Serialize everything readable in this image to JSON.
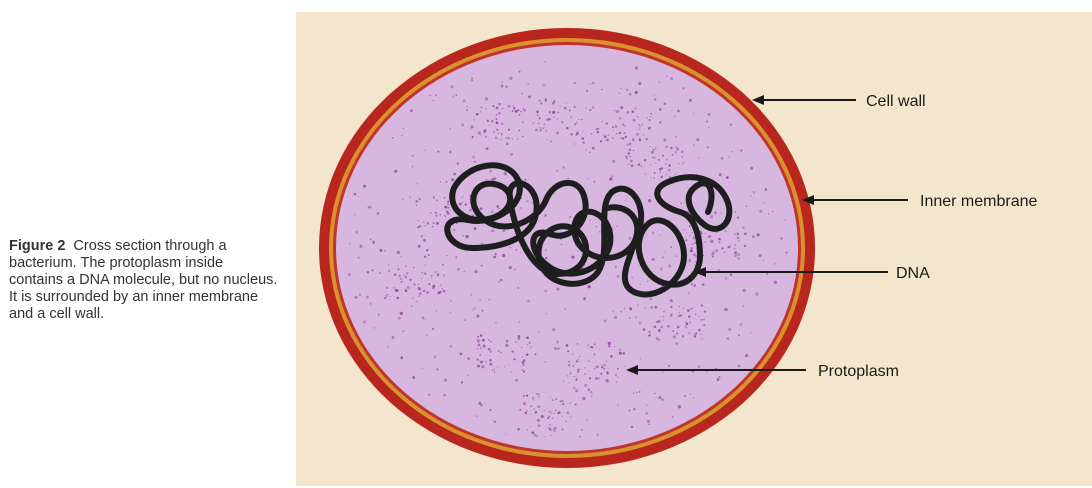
{
  "caption": {
    "figure_label": "Figure 2",
    "text": "Cross section through a bacterium. The protoplasm inside contains a DNA molecule, but no nucleus. It is surrounded by an inner membrane and a cell wall."
  },
  "diagram": {
    "labels": {
      "cell_wall": "Cell wall",
      "inner_membrane": "Inner membrane",
      "dna": "DNA",
      "protoplasm": "Protoplasm"
    },
    "colors": {
      "background": "#f3e6cc",
      "cell_wall": "#b8261e",
      "inner_membrane": "#d9922e",
      "protoplasm": "#d7b6df",
      "granules": "#8c3d9a",
      "dna": "#1e1e1e"
    }
  }
}
